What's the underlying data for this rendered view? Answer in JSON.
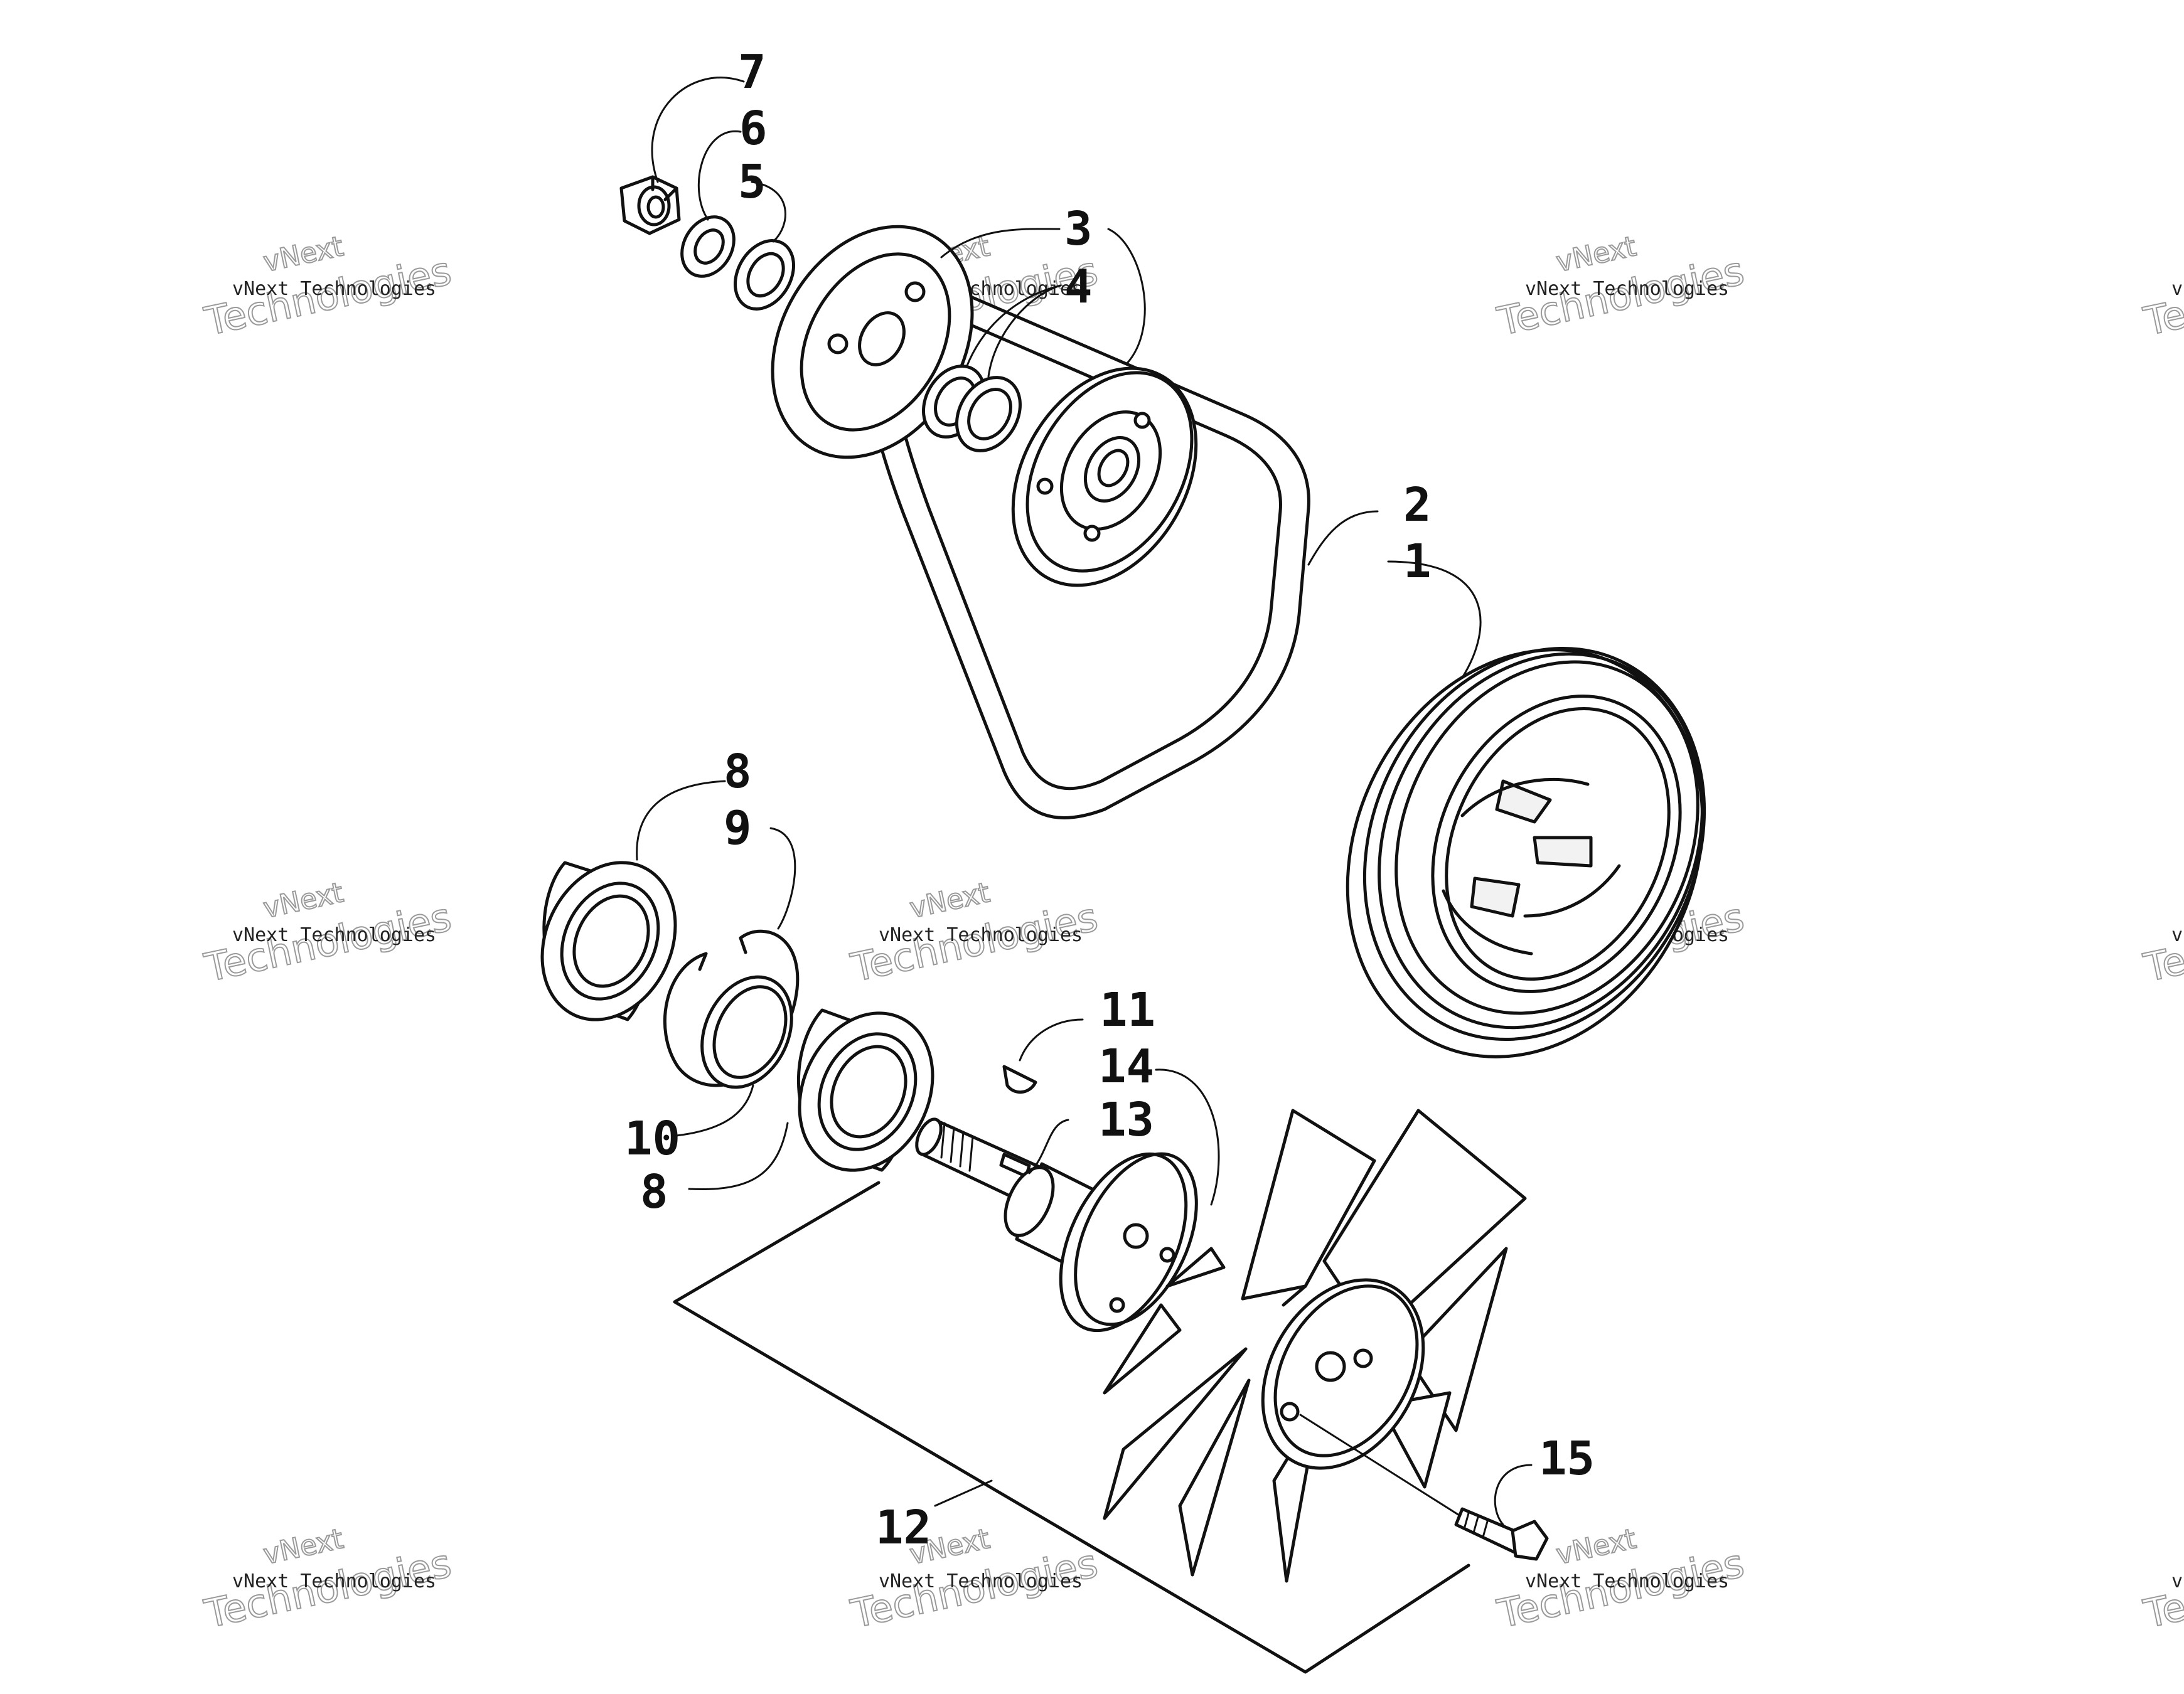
{
  "callouts": [
    "7",
    "6",
    "5",
    "3",
    "4",
    "2",
    "1",
    "8",
    "9",
    "10",
    "8",
    "11",
    "14",
    "13",
    "12",
    "15"
  ],
  "watermark": {
    "line_small": "vNext Technologies",
    "line_brand": "vNext",
    "line_large": "Technologies"
  }
}
